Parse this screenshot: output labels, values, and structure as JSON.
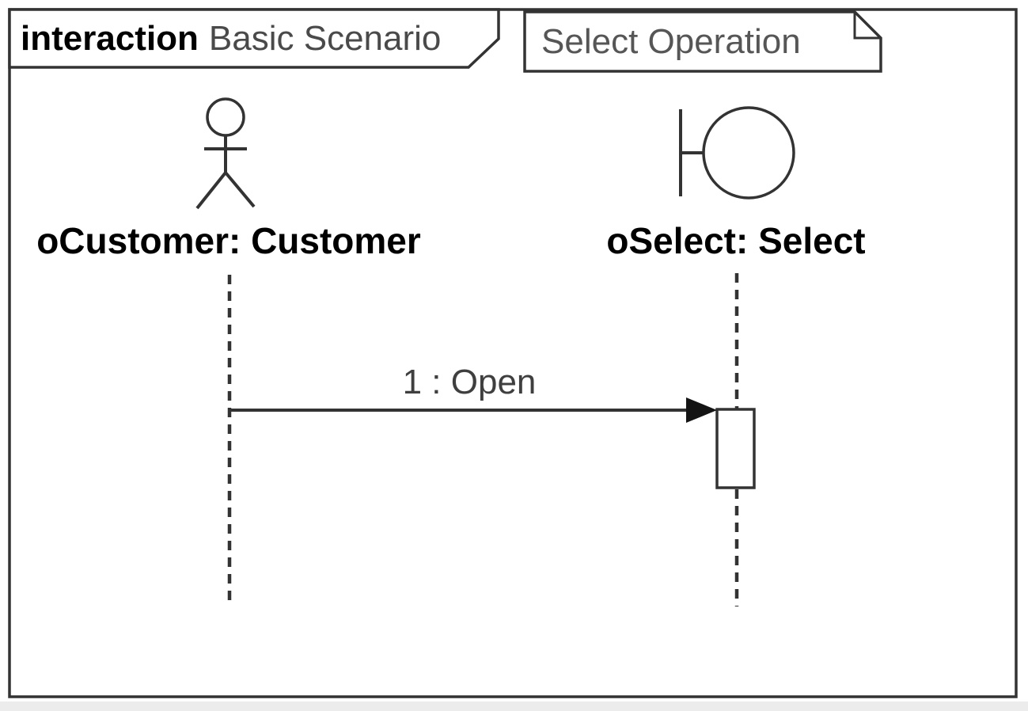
{
  "diagram_type": "uml-sequence-interaction",
  "frame": {
    "keyword": "interaction",
    "title": "Basic Scenario"
  },
  "note": {
    "text": "Select Operation"
  },
  "lifelines": [
    {
      "label": "oCustomer: Customer",
      "kind": "actor"
    },
    {
      "label": "oSelect: Select",
      "kind": "boundary"
    }
  ],
  "messages": [
    {
      "label": "1 : Open",
      "from": "oCustomer: Customer",
      "to": "oSelect: Select",
      "kind": "synchronous-arrow-filled-head"
    }
  ],
  "colors": {
    "stroke": "#333333",
    "text": "#000000",
    "secondary_text": "#4a4a4a",
    "note_text": "#565656",
    "message_text": "#3f3f3f",
    "arrow_fill": "#141414",
    "background": "#ffffff"
  }
}
